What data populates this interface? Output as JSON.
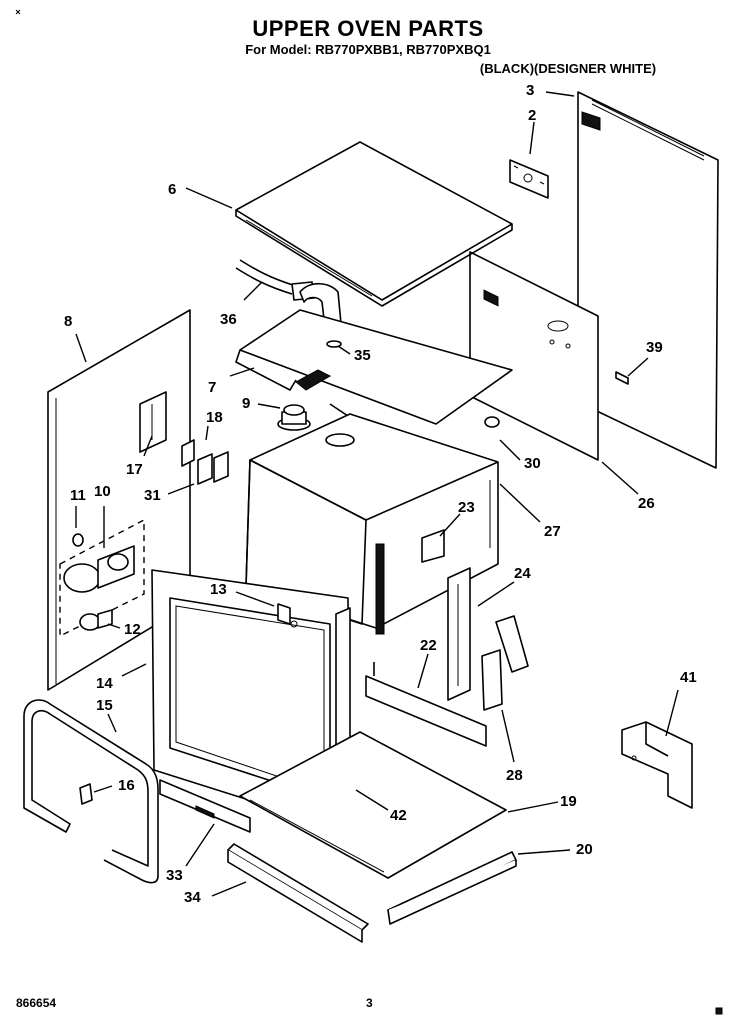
{
  "header": {
    "title": "UPPER OVEN PARTS",
    "model_line": "For Model: RB770PXBB1, RB770PXBQ1",
    "variant_line": "(BLACK)(DESIGNER WHITE)"
  },
  "footer": {
    "doc_number": "866654",
    "page_number": "3"
  },
  "callouts": [
    {
      "id": "c2",
      "label": "2"
    },
    {
      "id": "c3",
      "label": "3"
    },
    {
      "id": "c6",
      "label": "6"
    },
    {
      "id": "c7",
      "label": "7"
    },
    {
      "id": "c8",
      "label": "8"
    },
    {
      "id": "c9",
      "label": "9"
    },
    {
      "id": "c10",
      "label": "10"
    },
    {
      "id": "c11",
      "label": "11"
    },
    {
      "id": "c12",
      "label": "12"
    },
    {
      "id": "c13",
      "label": "13"
    },
    {
      "id": "c14",
      "label": "14"
    },
    {
      "id": "c15",
      "label": "15"
    },
    {
      "id": "c16",
      "label": "16"
    },
    {
      "id": "c17",
      "label": "17"
    },
    {
      "id": "c18",
      "label": "18"
    },
    {
      "id": "c19",
      "label": "19"
    },
    {
      "id": "c20",
      "label": "20"
    },
    {
      "id": "c22",
      "label": "22"
    },
    {
      "id": "c23",
      "label": "23"
    },
    {
      "id": "c24",
      "label": "24"
    },
    {
      "id": "c26",
      "label": "26"
    },
    {
      "id": "c27",
      "label": "27"
    },
    {
      "id": "c28",
      "label": "28"
    },
    {
      "id": "c30",
      "label": "30"
    },
    {
      "id": "c31",
      "label": "31"
    },
    {
      "id": "c33",
      "label": "33"
    },
    {
      "id": "c34",
      "label": "34"
    },
    {
      "id": "c35",
      "label": "35"
    },
    {
      "id": "c36",
      "label": "36"
    },
    {
      "id": "c39",
      "label": "39"
    },
    {
      "id": "c41",
      "label": "41"
    },
    {
      "id": "c42",
      "label": "42"
    }
  ]
}
